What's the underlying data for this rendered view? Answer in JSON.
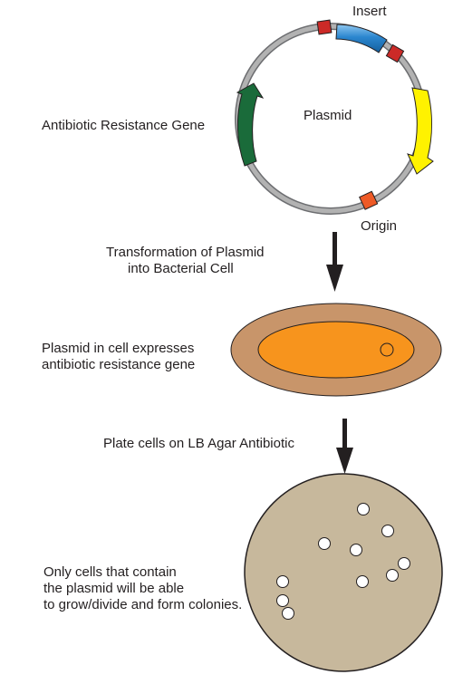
{
  "plasmid": {
    "insert_label": "Insert",
    "center_label": "Plasmid",
    "origin_label": "Origin",
    "antibiotic_label": "Antibiotic Resistance Gene",
    "colors": {
      "backbone": "#b2b2b2",
      "backbone_stroke": "#6d6e71",
      "insert": "#1c75bc",
      "insert_highlight": "#8fc8f0",
      "site": "#cc2a27",
      "origin": "#ee5a26",
      "resistance_gene": "#1a6b3a",
      "yellow_gene": "#fff200"
    }
  },
  "step1": {
    "line1": "Transformation of Plasmid",
    "line2": "into Bacterial Cell"
  },
  "cell": {
    "line1": "Plasmid in cell expresses",
    "line2": "antibiotic resistance gene",
    "colors": {
      "outer": "#c8956a",
      "inner": "#f7941d"
    }
  },
  "step2": {
    "label": "Plate cells on LB Agar Antibiotic"
  },
  "plate": {
    "line1": "Only cells that contain",
    "line2": "the  plasmid will be able",
    "line3": "to grow/divide and form colonies.",
    "colors": {
      "agar": "#c7b89c",
      "colony": "#ffffff"
    }
  },
  "arrow_color": "#231f20"
}
